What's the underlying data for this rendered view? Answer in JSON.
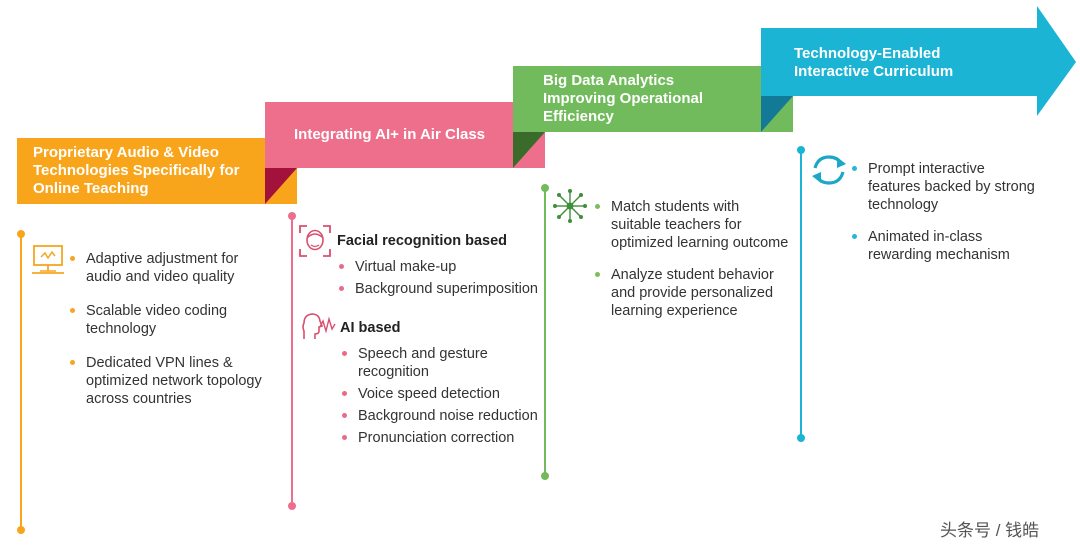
{
  "colors": {
    "orange": "#f9a51b",
    "pink": "#ee6f8c",
    "green": "#72bb5c",
    "cyan": "#1bb4d4"
  },
  "stages": [
    {
      "title": "Proprietary Audio & Video\nTechnologies Specifically for\nOnline Teaching",
      "icon": "monitor-icon",
      "items": [
        "Adaptive adjustment for\naudio and video quality",
        "Scalable video coding\ntechnology",
        "Dedicated VPN lines &\noptimized network topology\nacross countries"
      ]
    },
    {
      "title": "Integrating AI+ in Air Class",
      "groups": [
        {
          "heading": "Facial recognition based",
          "icon": "face-scan-icon",
          "items": [
            "Virtual make-up",
            "Background superimposition"
          ]
        },
        {
          "heading": "AI based",
          "icon": "voice-head-icon",
          "items": [
            "Speech and gesture\nrecognition",
            "Voice speed detection",
            "Background noise reduction",
            "Pronunciation correction"
          ]
        }
      ]
    },
    {
      "title": "Big Data Analytics\nImproving Operational\nEfficiency",
      "icon": "network-node-icon",
      "items": [
        "Match students with\nsuitable teachers for\noptimized learning outcome",
        "Analyze student behavior\nand provide personalized\nlearning experience"
      ]
    },
    {
      "title": "Technology-Enabled\nInteractive Curriculum",
      "icon": "refresh-arrows-icon",
      "items": [
        "Prompt interactive\nfeatures backed by strong\ntechnology",
        "Animated in-class\nrewarding mechanism"
      ]
    }
  ],
  "watermark": "头条号 / 钱皓"
}
